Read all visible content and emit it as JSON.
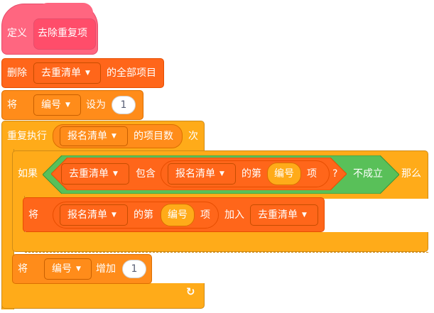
{
  "define_block": {
    "keyword": "定义",
    "name": "去除重复项"
  },
  "delete_all_block": {
    "verb": "删除",
    "list": "去重清单",
    "suffix": "的全部项目"
  },
  "set_block": {
    "verb": "将",
    "variable": "编号",
    "middle": "设为",
    "value": "1"
  },
  "repeat_block": {
    "verb": "重复执行",
    "list": "报名清单",
    "length_suffix": "的项目数",
    "tail": "次"
  },
  "if_block": {
    "keyword": "如果",
    "list": "去重清单",
    "contains": "包含",
    "item_list": "报名清单",
    "item_of": "的第",
    "index_var": "编号",
    "item_word": "项",
    "question": "?",
    "negate": "不成立",
    "then": "那么"
  },
  "add_block": {
    "verb": "将",
    "list": "报名清单",
    "item_of": "的第",
    "index_var": "编号",
    "item_word": "项",
    "action": "加入",
    "target_list": "去重清单"
  },
  "change_block": {
    "verb": "将",
    "variable": "编号",
    "middle": "增加",
    "value": "1"
  },
  "loop_icon": "loop-arrow-icon",
  "colors": {
    "custom_block": "#FF6680",
    "list_block": "#FF661A",
    "variable_block": "#FF8C1A",
    "control_block": "#FFAB19",
    "operator_block": "#59C059"
  }
}
